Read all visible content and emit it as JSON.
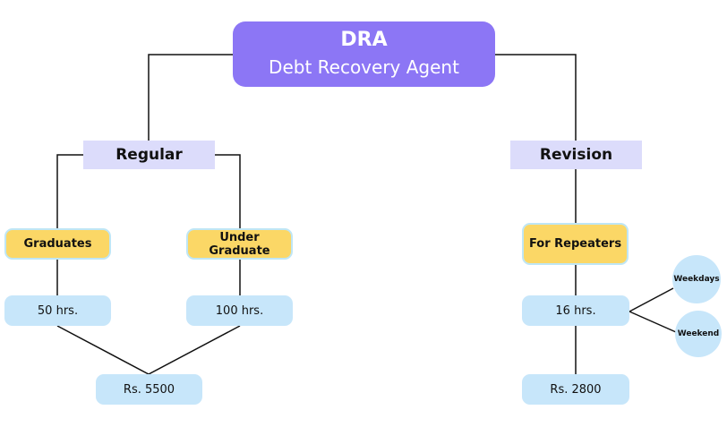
{
  "root": {
    "title": "DRA",
    "subtitle": "Debt Recovery Agent"
  },
  "regular": {
    "label": "Regular",
    "graduates": {
      "label": "Graduates",
      "hours": "50 hrs."
    },
    "under_graduate": {
      "label": "Under Graduate",
      "hours": "100 hrs."
    },
    "fee": "Rs. 5500"
  },
  "revision": {
    "label": "Revision",
    "repeaters": {
      "label": "For Repeaters",
      "hours": "16 hrs."
    },
    "schedule": [
      "Weekdays",
      "Weekend"
    ],
    "fee": "Rs. 2800"
  },
  "colors": {
    "root": "#8c76f5",
    "branch": "#dcdcfb",
    "category": "#fbd766",
    "value": "#c7e6fa",
    "line": "#111111"
  }
}
